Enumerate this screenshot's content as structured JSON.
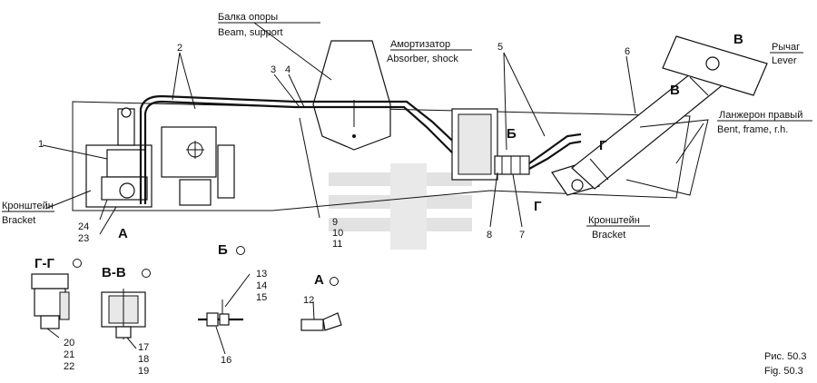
{
  "labels": {
    "beam_ru": "Балка опоры",
    "beam_en": "Beam, support",
    "absorber_ru": "Амортизатор",
    "absorber_en": "Absorber, shock",
    "lever_ru": "Рычаг",
    "lever_en": "Lever",
    "frame_ru": "Ланжерон правый",
    "frame_en": "Bent, frame, r.h.",
    "bracket_left_ru": "Кронштейн",
    "bracket_left_en": "Bracket",
    "bracket_right_ru": "Кронштейн",
    "bracket_right_en": "Bracket"
  },
  "callouts": {
    "n1": "1",
    "n2": "2",
    "n3": "3",
    "n4": "4",
    "n5": "5",
    "n6": "6",
    "n7": "7",
    "n8": "8",
    "n9": "9",
    "n10": "10",
    "n11": "11",
    "n12": "12",
    "n13": "13",
    "n14": "14",
    "n15": "15",
    "n16": "16",
    "n17": "17",
    "n18": "18",
    "n19": "19",
    "n20": "20",
    "n21": "21",
    "n22": "22",
    "n23": "23",
    "n24": "24"
  },
  "views": {
    "a": "А",
    "b": "Б",
    "v": "В",
    "g": "Г",
    "gg": "Г-Г",
    "vv": "В-В"
  },
  "caption": {
    "ru": "Рис. 50.3",
    "en": "Fig. 50.3"
  }
}
